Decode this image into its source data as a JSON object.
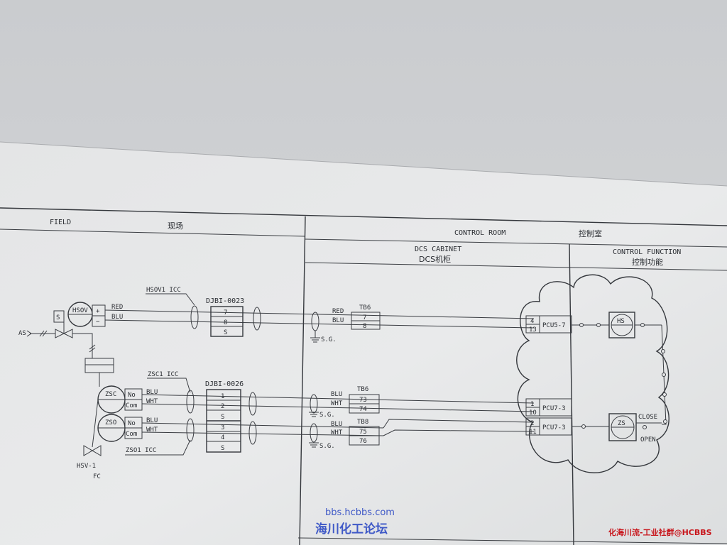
{
  "sections": {
    "field": "FIELD",
    "field_cn": "现场",
    "control_room": "CONTROL ROOM",
    "control_room_cn": "控制室",
    "dcs_cabinet": "DCS CABINET",
    "dcs_cabinet_cn": "DCS机柜",
    "control_function": "CONTROL FUNCTION",
    "control_function_cn": "控制功能"
  },
  "field": {
    "air_supply": "AS",
    "solenoid_box": "S",
    "hsov_tag": "HSOV",
    "hsov_cable": "HSOV1 ICC",
    "zsc_cable": "ZSC1 ICC",
    "zso_cable": "ZSO1 ICC",
    "zsc_tag": "ZSC",
    "zso_tag": "ZSO",
    "no_label": "No",
    "com_label": "Com",
    "valve_tag": "HSV-1",
    "valve_fail": "FC",
    "plus": "+",
    "minus": "−"
  },
  "junction_boxes": [
    {
      "name": "DJBI-0023",
      "terminals": [
        "7",
        "8",
        "S"
      ]
    },
    {
      "name": "DJBI-0026",
      "terminals": [
        "1",
        "2",
        "S",
        "3",
        "4",
        "S"
      ]
    }
  ],
  "wires": {
    "red": "RED",
    "blu": "BLU",
    "wht": "WHT",
    "signal_ground": "S.G."
  },
  "terminal_blocks": [
    {
      "name": "TB6",
      "terminals": [
        "7",
        "8"
      ]
    },
    {
      "name": "TB6",
      "terminals": [
        "73",
        "74"
      ]
    },
    {
      "name": "TB8",
      "terminals": [
        "75",
        "76"
      ]
    }
  ],
  "cards": [
    {
      "name": "PCU5-7",
      "pins": [
        "4",
        "13"
      ]
    },
    {
      "name": "PCU7-3",
      "pins": [
        "1",
        "10"
      ]
    },
    {
      "name": "PCU7-3",
      "pins": [
        "2",
        "11"
      ]
    }
  ],
  "control_function": {
    "hs_tag": "HS",
    "zs_tag": "ZS",
    "close_label": "CLOSE",
    "open_label": "OPEN"
  },
  "watermarks": {
    "site_url": "bbs.hcbbs.com",
    "site_name": "海川化工论坛",
    "group_name": "化海川流-工业社群@HCBBS"
  }
}
